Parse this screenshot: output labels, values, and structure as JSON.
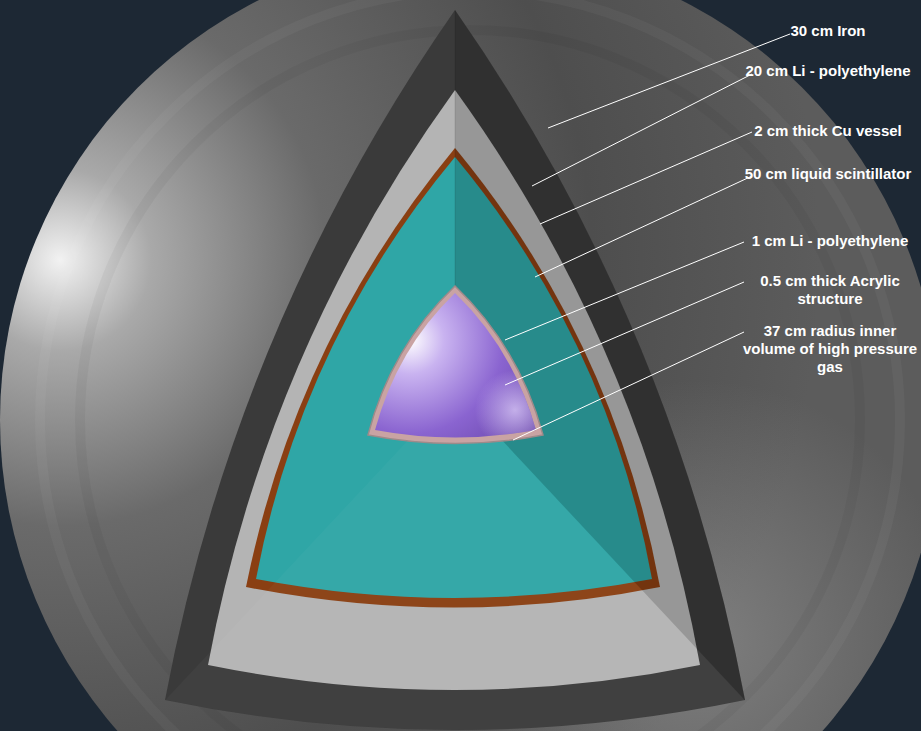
{
  "diagram": {
    "labels": [
      "30 cm Iron",
      "20 cm Li - polyethylene",
      "2 cm thick Cu vessel",
      "50 cm liquid scintillator",
      "1 cm Li - polyethylene",
      "0.5 cm thick Acrylic structure",
      "37 cm radius inner volume of high pressure gas"
    ]
  }
}
